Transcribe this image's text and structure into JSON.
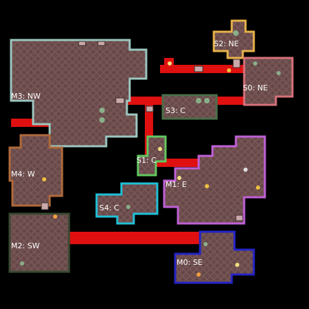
{
  "game": {
    "view": "dungeon-map",
    "colors": {
      "background": "#000000",
      "corridor": "#e01010",
      "floor": "#6a4a4a",
      "M3": "#9cc7c0",
      "S2": "#e7b34a",
      "S0": "#d8707a",
      "S3": "#4b6f4b",
      "S1": "#60c860",
      "M1": "#c060d8",
      "S4": "#20c0d8",
      "M4": "#b06a3a",
      "M2": "#3a4a32",
      "M0": "#2424c8"
    },
    "rooms": [
      {
        "id": "M3",
        "label": "M3: NW"
      },
      {
        "id": "S2",
        "label": "S2: NE"
      },
      {
        "id": "S0",
        "label": "S0: NE"
      },
      {
        "id": "S3",
        "label": "S3: C"
      },
      {
        "id": "S1",
        "label": "S1: C"
      },
      {
        "id": "M1",
        "label": "M1: E"
      },
      {
        "id": "M4",
        "label": "M4: W"
      },
      {
        "id": "S4",
        "label": "S4: C"
      },
      {
        "id": "M2",
        "label": "M2: SW"
      },
      {
        "id": "M0",
        "label": "M0: SE"
      }
    ]
  }
}
